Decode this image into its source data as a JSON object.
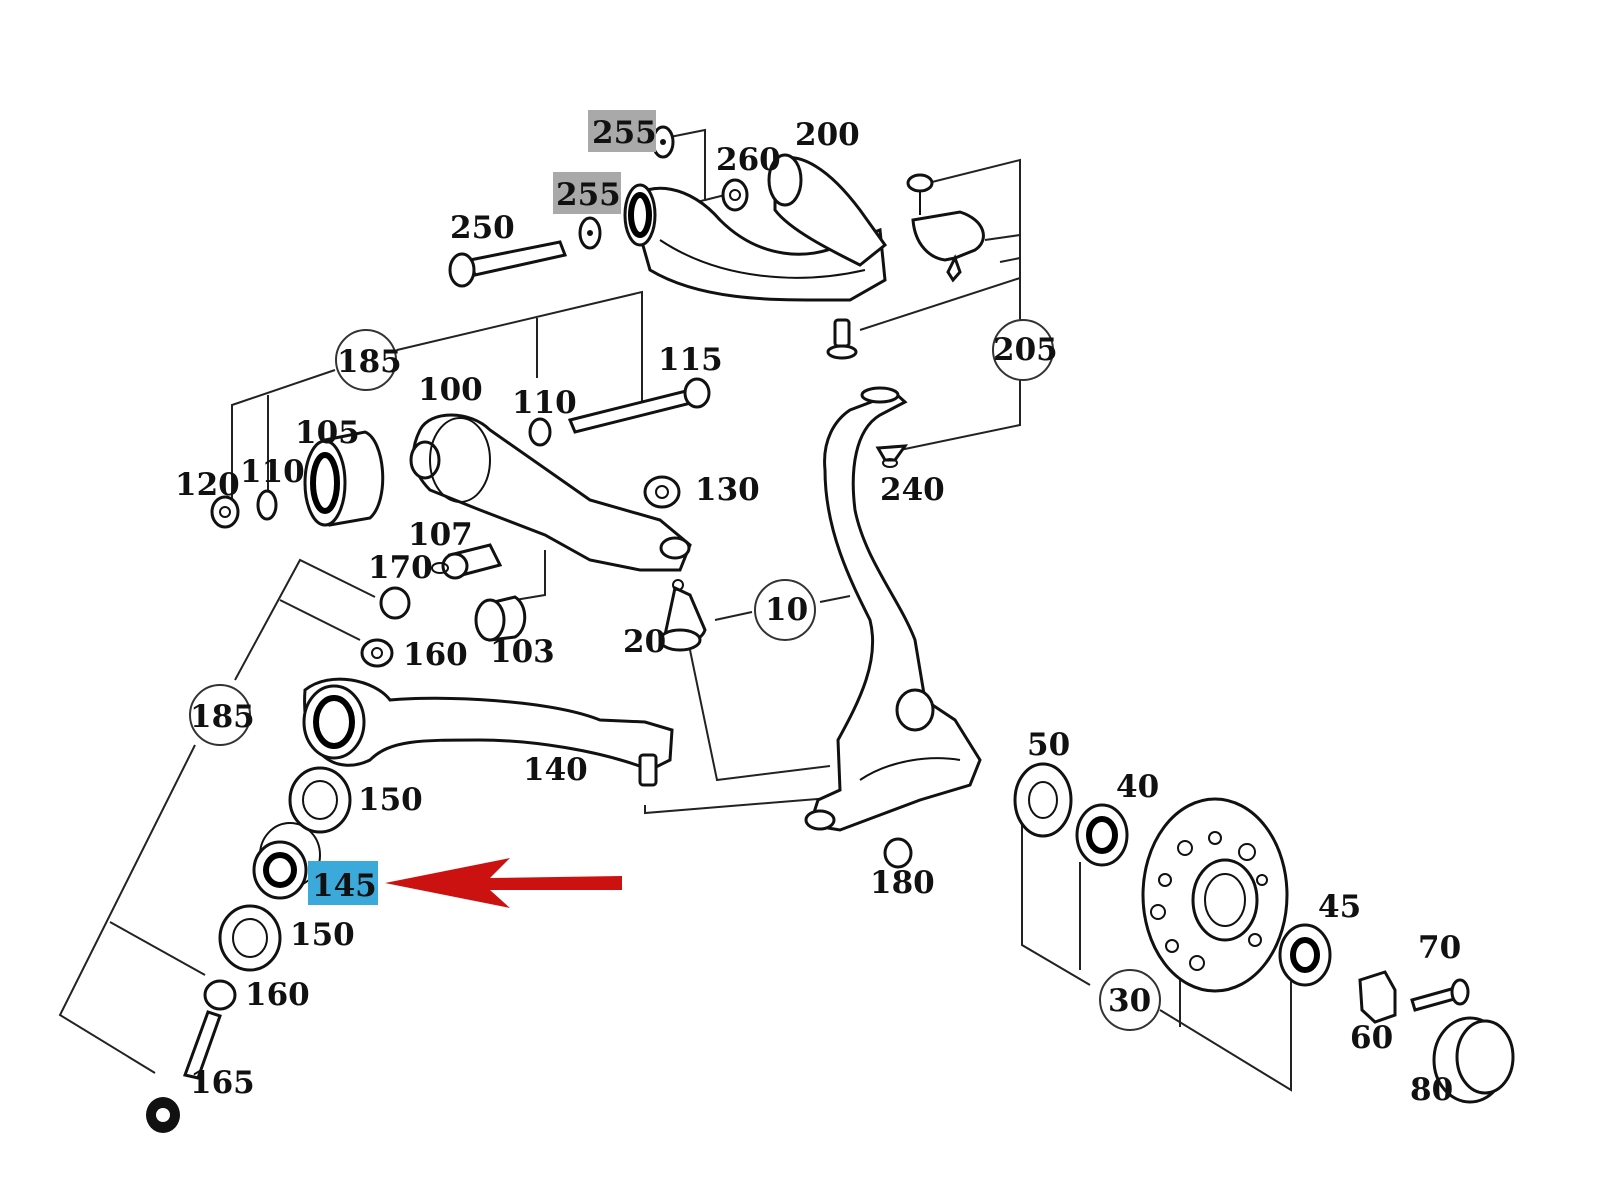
{
  "diagram": {
    "title": "Front suspension exploded parts diagram",
    "highlight_colors": {
      "selected_part": "#3ba9d9",
      "greyed_part": "#a9a9a9",
      "arrow": "#cc1111"
    },
    "labels": {
      "p255a": "255",
      "p255b": "255",
      "p260": "260",
      "p200": "200",
      "p250": "250",
      "p205": "205",
      "p185a": "185",
      "p115": "115",
      "p100": "100",
      "p110a": "110",
      "p105": "105",
      "p120": "120",
      "p110b": "110",
      "p130": "130",
      "p240": "240",
      "p107": "107",
      "p170": "170",
      "p160a": "160",
      "p103": "103",
      "p20": "20",
      "p10": "10",
      "p185b": "185",
      "p140": "140",
      "p150a": "150",
      "p145": "145",
      "p150b": "150",
      "p160b": "160",
      "p165": "165",
      "p50": "50",
      "p40": "40",
      "p180": "180",
      "p45": "45",
      "p30": "30",
      "p70": "70",
      "p60": "60",
      "p80": "80"
    },
    "selected_part": "145",
    "greyed_parts": [
      "255",
      "255"
    ]
  }
}
